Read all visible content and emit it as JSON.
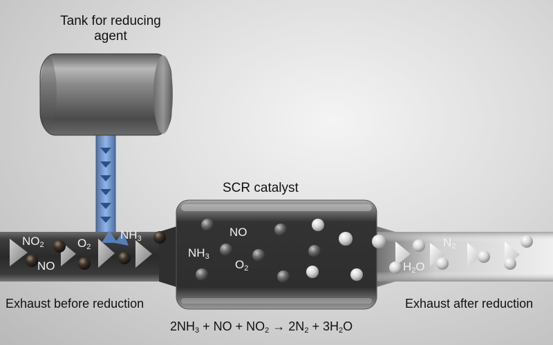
{
  "labels": {
    "tank_title": "Tank for reducing agent",
    "scr_title": "SCR catalyst",
    "before": "Exhaust before reduction",
    "after": "Exhaust after reduction"
  },
  "molecules": {
    "no2": {
      "base": "NO",
      "sub": "2"
    },
    "no_left": "NO",
    "o2_left": {
      "base": "O",
      "sub": "2"
    },
    "nh3_inlet": {
      "base": "NH",
      "sub": "3"
    },
    "nh3_cat": {
      "base": "NH",
      "sub": "3"
    },
    "no_cat": "NO",
    "o2_cat": {
      "base": "O",
      "sub": "2"
    },
    "n2": {
      "base": "N",
      "sub": "2"
    },
    "h2o": {
      "pre": "H",
      "sub": "2",
      "post": "O"
    }
  },
  "equation": {
    "t1": "2NH",
    "s1": "3",
    "t2": " + NO + NO",
    "s2": "2",
    "t3": " → 2N",
    "s3": "2",
    "t4": " + 3H",
    "s4": "2",
    "t5": "O"
  },
  "colors": {
    "reducing_agent": "#7fa6d8",
    "exhaust_gas": "#2f2f2f",
    "tank_metal": "#8e8e8e"
  }
}
